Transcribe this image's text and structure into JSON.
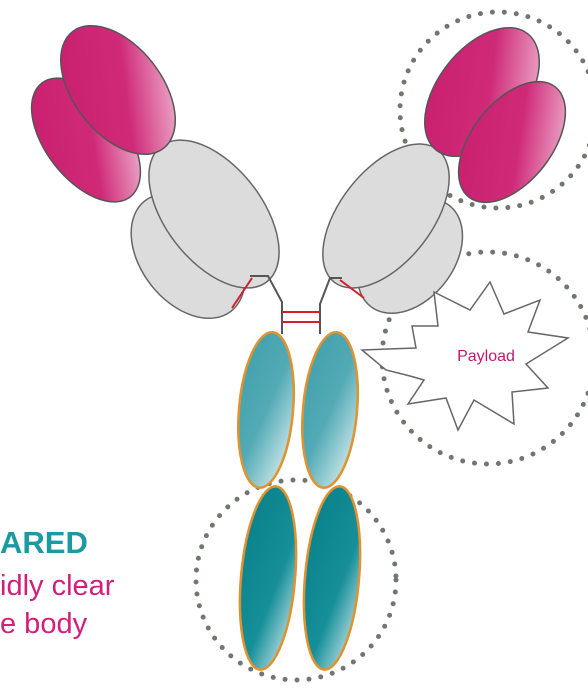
{
  "caption": {
    "heading": "ARED",
    "line1": "idly clear",
    "line2": "e body"
  },
  "payload_label": "Payload",
  "colors": {
    "fab_variable": "#c81d6e",
    "fab_constant": "#dcdcdc",
    "fc_upper": "#4ba8b3",
    "fc_lower": "#0e8a94",
    "fc_outline": "#e0922e",
    "disulfide": "#d21f2a",
    "dotted_circle": "#6f7770",
    "heading": "#1c9aa3",
    "body_text": "#d11f7a"
  }
}
